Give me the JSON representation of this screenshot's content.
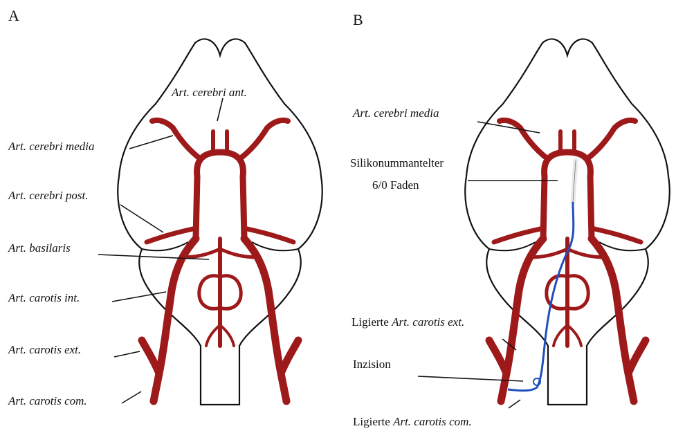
{
  "panels": {
    "a": "A",
    "b": "B"
  },
  "labels_a": {
    "cerebri_ant": "Art. cerebri ant.",
    "cerebri_media": "Art. cerebri media",
    "cerebri_post": "Art. cerebri post.",
    "basilaris": "Art. basilaris",
    "carotis_int": "Art. carotis int.",
    "carotis_ext": "Art. carotis ext.",
    "carotis_com": "Art. carotis com."
  },
  "labels_b": {
    "cerebri_media": "Art. cerebri media",
    "faden_line1": "Silikonummantelter",
    "faden_line2": "6/0 Faden",
    "ligiert_ext_prefix": "Ligierte ",
    "ligiert_ext_italic": "Art. carotis ext.",
    "inzision": "Inzision",
    "ligiert_com_prefix": "Ligierte ",
    "ligiert_com_italic": "Art. carotis com."
  },
  "colors": {
    "artery": "#9e1a1a",
    "outline": "#111111",
    "filament": "#1f4fbf",
    "silicone": "#e8e8e8"
  }
}
